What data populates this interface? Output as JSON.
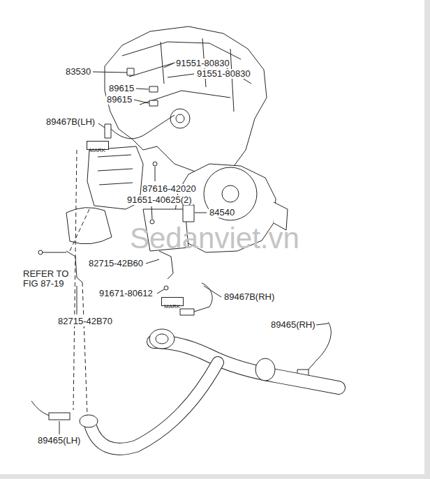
{
  "diagram": {
    "nodes": [
      {
        "text": [
          "MARK"
        ]
      },
      {
        "text": [
          "MARK"
        ]
      }
    ],
    "labels": [
      "83530",
      "91551-80830",
      "91551-80830",
      "89615",
      "89615",
      "89467B(LH)",
      "87616-42020",
      "91651-40625(2)",
      "84540",
      "REFER TO FIG 87-19",
      "82715-42B60",
      "82715-42B70",
      "91671-80612",
      "89467B(RH)",
      "89465(RH)",
      "89465(LH)",
      "Sedanviet.vn"
    ]
  }
}
